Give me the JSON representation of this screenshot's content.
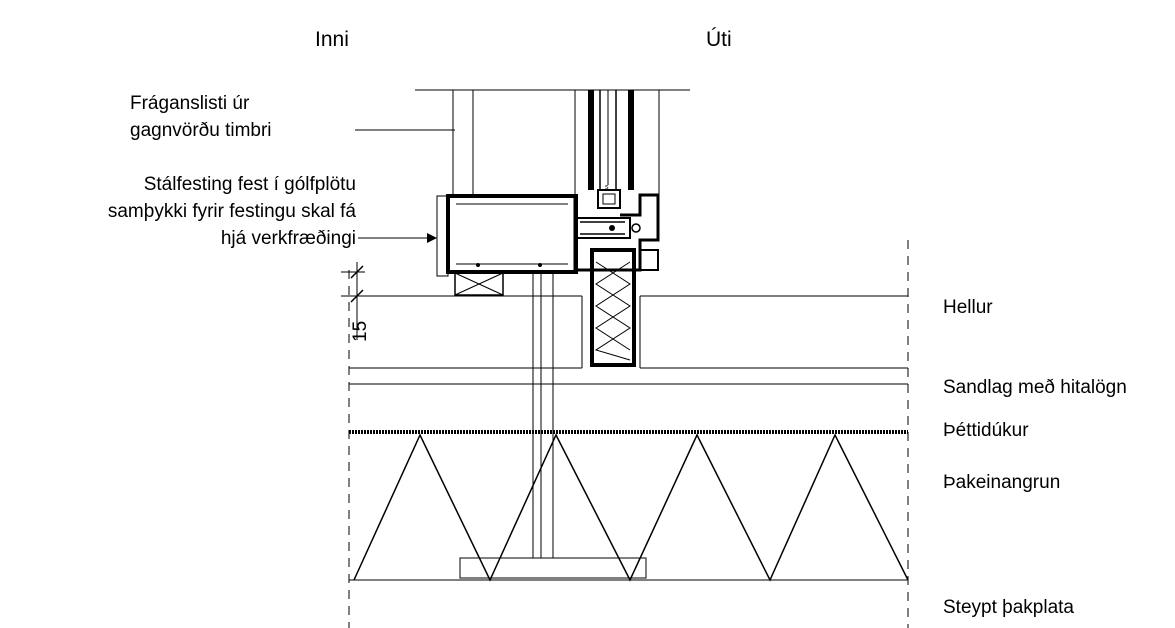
{
  "header": {
    "inside": "Inni",
    "outside": "Úti"
  },
  "callouts": {
    "timber_strip": [
      "Fráganslisti úr",
      "gagnvörðu timbri"
    ],
    "steel_bracket": [
      "Stálfesting fest í gólfplötu",
      "samþykki fyrir festingu skal fá",
      "hjá verkfræðingi"
    ]
  },
  "layers": {
    "tiles": "Hellur",
    "sand_bed": "Sandlag með hitalögn",
    "membrane": "Þéttidúkur",
    "insulation": "Þakeinangrun",
    "slab": "Steypt þakplata"
  },
  "dimension": {
    "value": "15"
  }
}
